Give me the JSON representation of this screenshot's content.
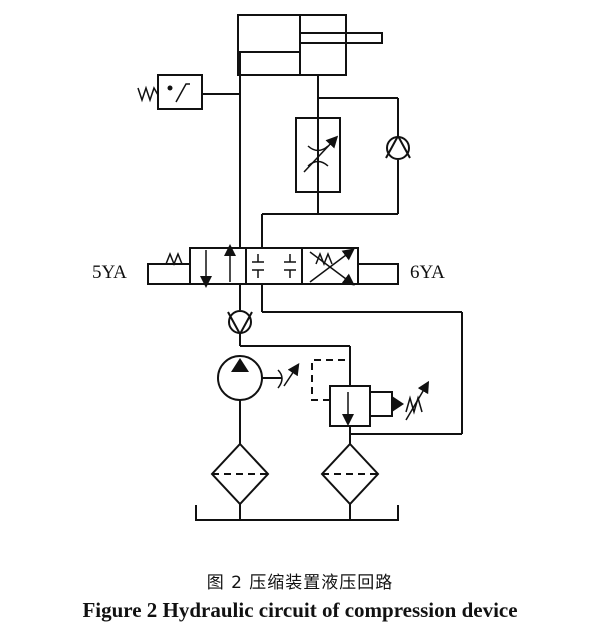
{
  "diagram": {
    "label_left": "5YA",
    "label_right": "6YA"
  },
  "caption": {
    "chinese": "图 2 压缩装置液压回路",
    "english": "Figure 2 Hydraulic circuit of compression device"
  }
}
